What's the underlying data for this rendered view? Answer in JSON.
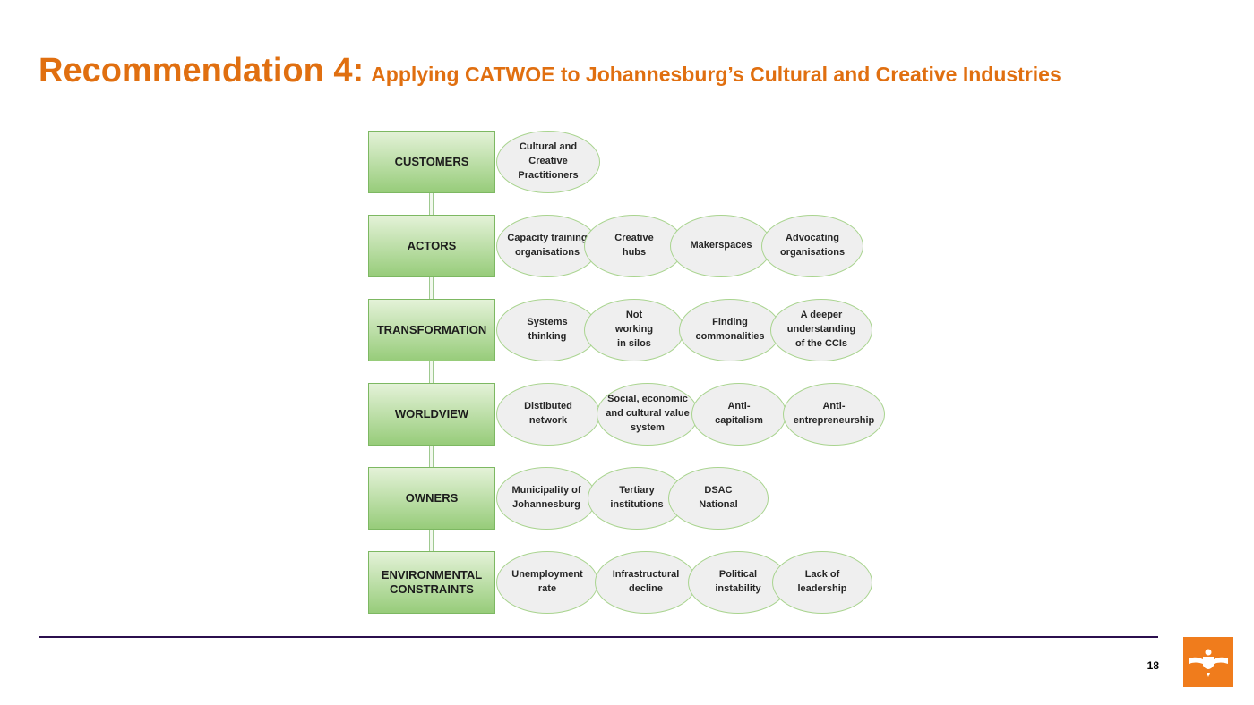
{
  "slide": {
    "title_main": "Recommendation 4:",
    "title_sub": "Applying CATWOE to Johannesburg’s Cultural and Creative Industries",
    "page_number": "18"
  },
  "catwoe": [
    {
      "category": "CUSTOMERS",
      "items": [
        "Cultural and\nCreative\nPractitioners"
      ]
    },
    {
      "category": "ACTORS",
      "items": [
        "Capacity training\norganisations",
        "Creative\nhubs",
        "Makerspaces",
        "Advocating\norganisations"
      ]
    },
    {
      "category": "TRANSFORMATION",
      "items": [
        "Systems\nthinking",
        "Not\nworking\nin silos",
        "Finding\ncommonalities",
        "A deeper\nunderstanding\nof the CCIs"
      ]
    },
    {
      "category": "WORLDVIEW",
      "items": [
        "Distibuted\nnetwork",
        "Social, economic\nand cultural value\nsystem",
        "Anti-\ncapitalism",
        "Anti-\nentrepreneurship"
      ]
    },
    {
      "category": "OWNERS",
      "items": [
        "Municipality of\nJohannesburg",
        "Tertiary\ninstitutions",
        "DSAC\nNational"
      ]
    },
    {
      "category": "ENVIRONMENTAL\nCONSTRAINTS",
      "items": [
        "Unemployment\nrate",
        "Infrastructural\ndecline",
        "Political\ninstability",
        "Lack of\nleadership"
      ]
    }
  ],
  "colors": {
    "title": "#e06f10",
    "category_fill_top": "#e4f2d8",
    "category_fill_bottom": "#97cc7a",
    "bubble_fill": "#efefef",
    "bubble_border": "#a9d48f",
    "footer_line": "#2b0f4e",
    "logo_bg": "#f07c1c"
  },
  "logo": {
    "icon": "university-crest-icon"
  }
}
